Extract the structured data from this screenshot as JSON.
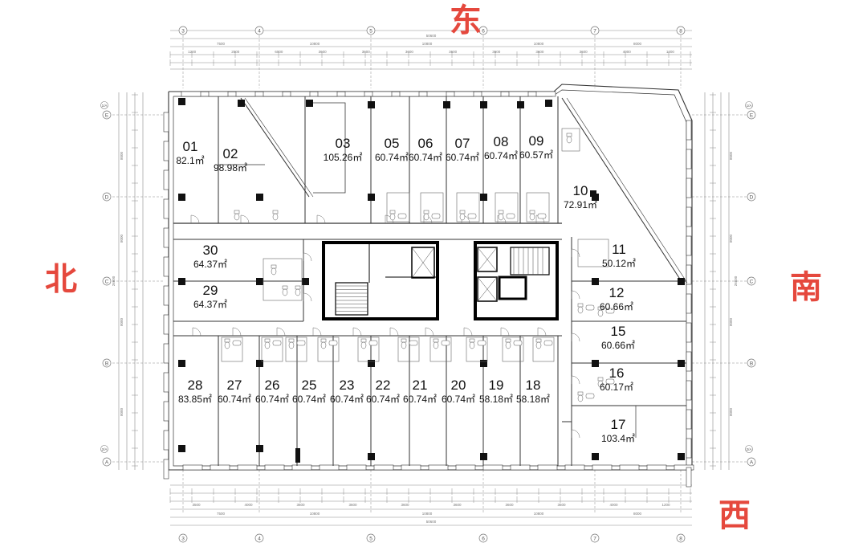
{
  "directions": {
    "east": "东",
    "north": "北",
    "south": "南",
    "west": "西"
  },
  "grid_axes": {
    "columns": [
      "3",
      "4",
      "5",
      "6",
      "7",
      "8"
    ],
    "rows": [
      "E",
      "D",
      "C",
      "B",
      "A"
    ],
    "rows_minor": [
      "1/A",
      "2/A"
    ]
  },
  "dimensions": {
    "top_total": "50600",
    "top_spans": [
      "7500",
      "10800",
      "10800",
      "10800",
      "8000"
    ],
    "top_small": [
      "1200",
      "2500",
      "6000",
      "3600",
      "3600",
      "3600",
      "3600",
      "3600",
      "3600",
      "3600",
      "4000",
      "1200"
    ],
    "bottom_total": "50600",
    "bottom_spans": [
      "7500",
      "10800",
      "10800",
      "10800",
      "8000"
    ],
    "bottom_small": [
      "3500",
      "4000",
      "3600",
      "3600",
      "3600",
      "3600",
      "3600",
      "3600",
      "4000",
      "1200"
    ],
    "left_spans": [
      "8000",
      "8000",
      "8000",
      "8000"
    ],
    "right_spans": [
      "8000",
      "8000",
      "8000",
      "8000"
    ],
    "left_total": "26600",
    "right_total": "26600"
  },
  "rooms": [
    {
      "id": "01",
      "area": "82.1㎡"
    },
    {
      "id": "02",
      "area": "98.98㎡"
    },
    {
      "id": "03",
      "area": "105.26㎡"
    },
    {
      "id": "05",
      "area": "60.74㎡"
    },
    {
      "id": "06",
      "area": "60.74㎡"
    },
    {
      "id": "07",
      "area": "60.74㎡"
    },
    {
      "id": "08",
      "area": "60.74㎡"
    },
    {
      "id": "09",
      "area": "60.57㎡"
    },
    {
      "id": "10",
      "area": "72.91㎡"
    },
    {
      "id": "11",
      "area": "50.12㎡"
    },
    {
      "id": "12",
      "area": "60.66㎡"
    },
    {
      "id": "15",
      "area": "60.66㎡"
    },
    {
      "id": "16",
      "area": "60.17㎡"
    },
    {
      "id": "17",
      "area": "103.4㎡"
    },
    {
      "id": "18",
      "area": "58.18㎡"
    },
    {
      "id": "19",
      "area": "58.18㎡"
    },
    {
      "id": "20",
      "area": "60.74㎡"
    },
    {
      "id": "21",
      "area": "60.74㎡"
    },
    {
      "id": "22",
      "area": "60.74㎡"
    },
    {
      "id": "23",
      "area": "60.74㎡"
    },
    {
      "id": "25",
      "area": "60.74㎡"
    },
    {
      "id": "26",
      "area": "60.74㎡"
    },
    {
      "id": "27",
      "area": "60.74㎡"
    },
    {
      "id": "28",
      "area": "83.85㎡"
    },
    {
      "id": "29",
      "area": "64.37㎡"
    },
    {
      "id": "30",
      "area": "64.37㎡"
    }
  ],
  "colors": {
    "direction_text": "#e5483d",
    "wall": "#111111",
    "line": "#8a8a8a",
    "background": "#ffffff"
  }
}
